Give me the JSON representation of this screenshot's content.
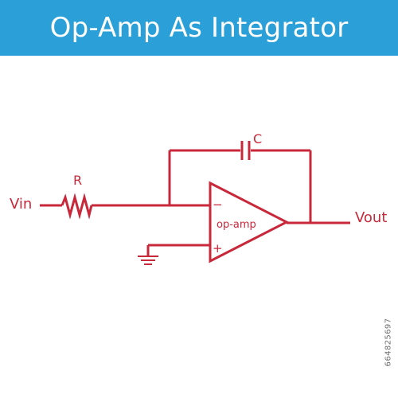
{
  "header": {
    "title": "Op-Amp As Integrator"
  },
  "diagram": {
    "labels": {
      "vin": "Vin",
      "resistor": "R",
      "capacitor": "C",
      "opamp": "op-amp",
      "inverting": "−",
      "non_inverting": "+",
      "vout": "Vout"
    },
    "colors": {
      "wire": "#c8283a",
      "header": "#2a9fd8"
    }
  },
  "stock_id": "664825697"
}
